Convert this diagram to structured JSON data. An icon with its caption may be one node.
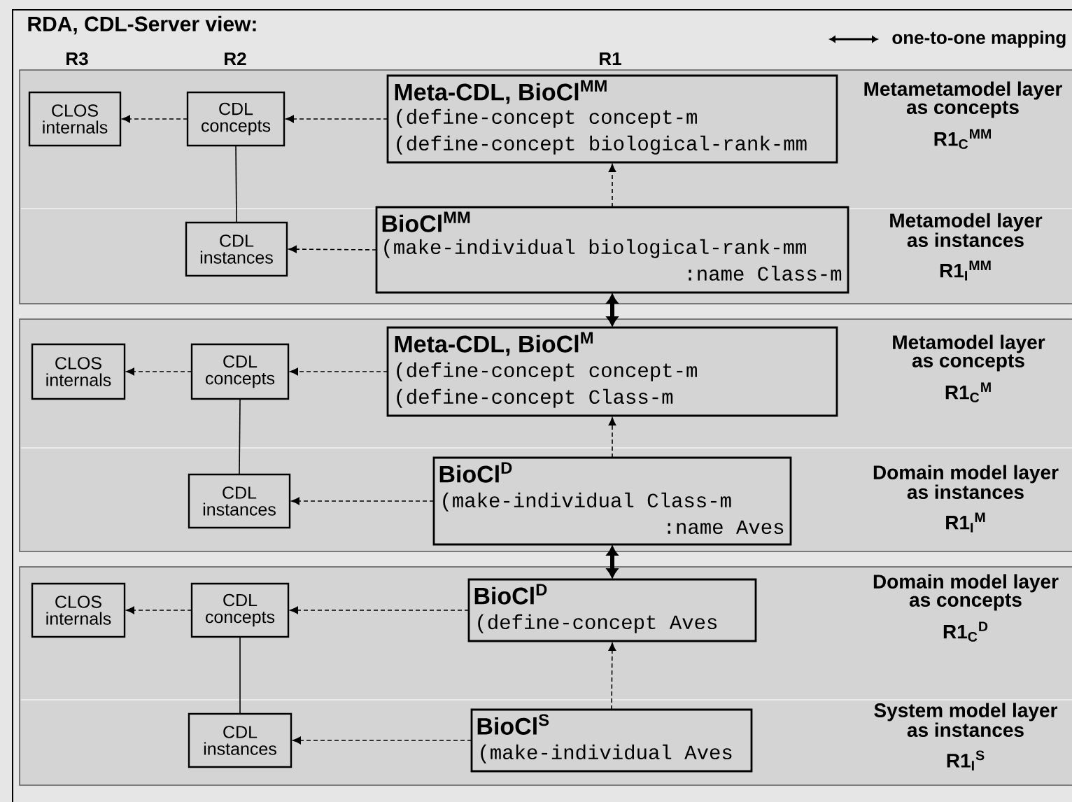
{
  "diagram": {
    "title": "RDA, CDL-Server view:",
    "nodes": [
      {
        "text": [
          "Metametamodel layer as concepts",
          "R1$_{C}$$^{MM}$",
          "Metamodel layer as instances",
          "R1$_{I}$$^{MM}$"
        ]
      },
      {
        "text": [
          "CLOS internals"
        ],
        "in": 0
      },
      {
        "text": [
          "CDL concepts"
        ],
        "in": 0
      },
      {
        "text": [
          "Meta-CDL, BioCl$^{MM}$",
          "(define-concept concept-m",
          "(define-concept biological-rank-mm"
        ],
        "in": 0
      },
      {
        "text": [
          "CDL instances"
        ],
        "in": 0
      },
      {
        "text": [
          "BioCl$^{MM}$",
          "(make-individual biological-rank-mm",
          ":name Class-m"
        ],
        "in": 0
      },
      {
        "text": [
          "Metamodel layer as concepts",
          "R1$_{C}$$^{M}$",
          "Domain model layer as instances",
          "R1$_{I}$$^{M}$"
        ]
      },
      {
        "text": [
          "CLOS internals"
        ],
        "in": 6
      },
      {
        "text": [
          "CDL concepts"
        ],
        "in": 6
      },
      {
        "text": [
          "Meta-CDL, BioCl$^{M}$",
          "(define-concept concept-m",
          "(define-concept Class-m"
        ],
        "in": 6
      },
      {
        "text": [
          "CDL instances"
        ],
        "in": 6
      },
      {
        "text": [
          "BioCl$^{D}$",
          "(make-individual Class-m",
          ":name Aves"
        ],
        "in": 6
      },
      {
        "text": [
          "Domain model layer as concepts",
          "R1$_{C}$$^{D}$",
          "System model layer as instances",
          "R1$_{I}$$^{S}$"
        ]
      },
      {
        "text": [
          "CLOS internals"
        ],
        "in": 12
      },
      {
        "text": [
          "CDL concepts"
        ],
        "in": 12
      },
      {
        "text": [
          "BioCl$^{D}$",
          "(define-concept Aves"
        ],
        "in": 12
      },
      {
        "text": [
          "CDL instances"
        ],
        "in": 12
      },
      {
        "text": [
          "BioCl$^{S}$",
          "(make-individual Aves"
        ],
        "in": 12
      }
    ],
    "edges": [
      {
        "from": 3,
        "to": 2,
        "arrow": "to",
        "style": "dashed"
      },
      {
        "from": 2,
        "to": 1,
        "arrow": "to",
        "style": "dashed"
      },
      {
        "from": 2,
        "to": 4,
        "arrow": "none"
      },
      {
        "from": 5,
        "to": 4,
        "arrow": "to",
        "style": "dashed"
      },
      {
        "from": 5,
        "to": 3,
        "arrow": "to",
        "style": "dashed"
      },
      {
        "from": 5,
        "to": 9,
        "arrow": "both",
        "style": "thick"
      },
      {
        "from": 9,
        "to": 8,
        "arrow": "to",
        "style": "dashed"
      },
      {
        "from": 8,
        "to": 7,
        "arrow": "to",
        "style": "dashed"
      },
      {
        "from": 8,
        "to": 10,
        "arrow": "none"
      },
      {
        "from": 11,
        "to": 10,
        "arrow": "to",
        "style": "dashed"
      },
      {
        "from": 11,
        "to": 9,
        "arrow": "to",
        "style": "dashed"
      },
      {
        "from": 11,
        "to": 15,
        "arrow": "both",
        "style": "thick"
      },
      {
        "from": 15,
        "to": 14,
        "arrow": "to",
        "style": "dashed"
      },
      {
        "from": 14,
        "to": 13,
        "arrow": "to",
        "style": "dashed"
      },
      {
        "from": 14,
        "to": 16,
        "arrow": "none"
      },
      {
        "from": 17,
        "to": 16,
        "arrow": "to",
        "style": "dashed"
      },
      {
        "from": 17,
        "to": 15,
        "arrow": "to",
        "style": "dashed"
      }
    ],
    "labels": [
      "R3",
      "R2",
      "R1"
    ],
    "legend": [
      {
        "text": "one-to-one mapping"
      }
    ]
  }
}
